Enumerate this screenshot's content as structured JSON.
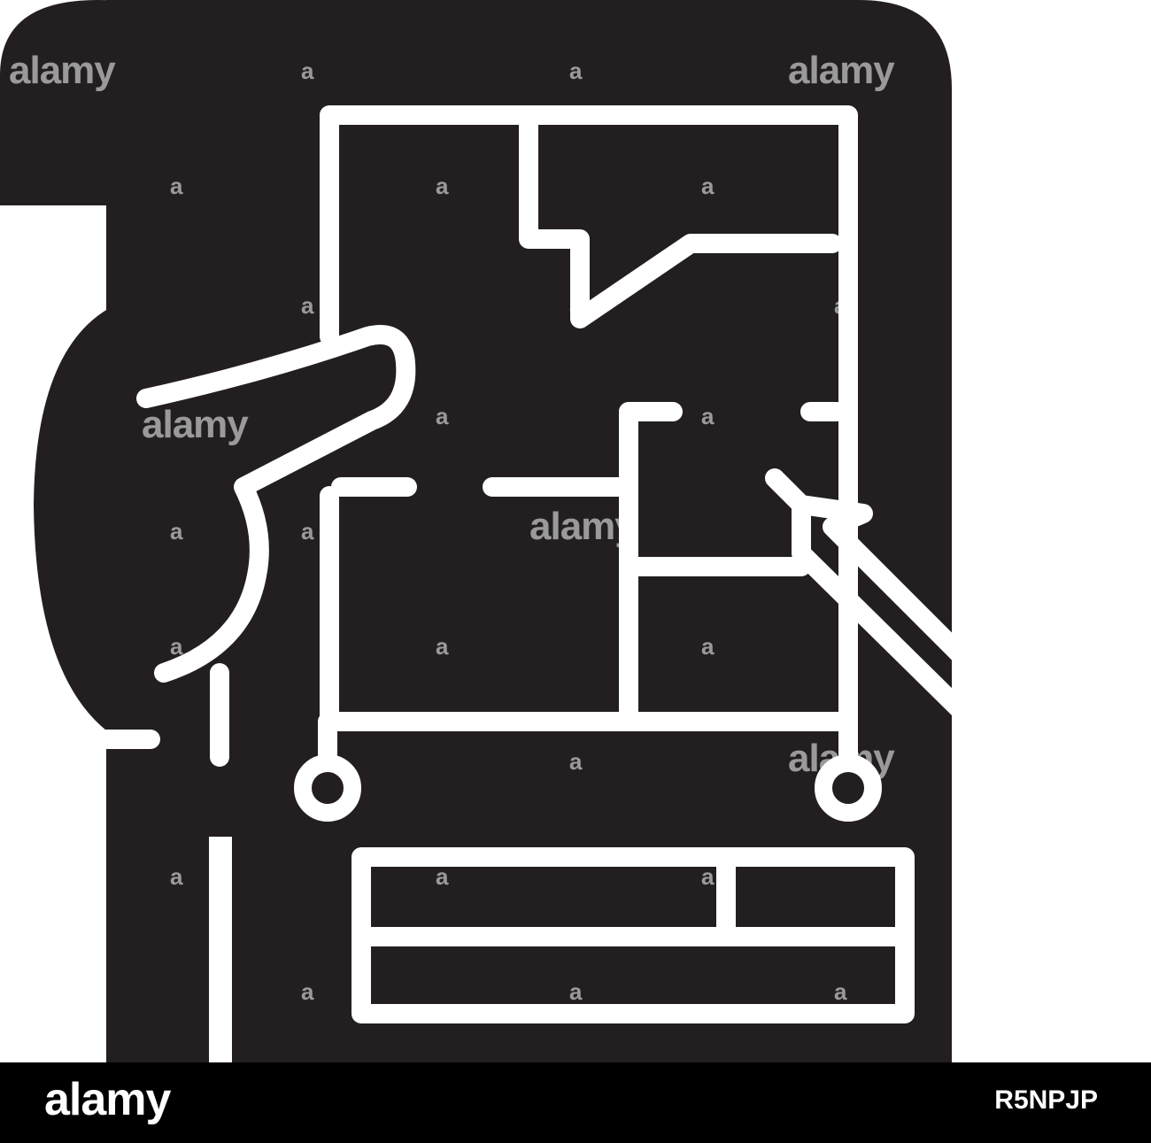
{
  "colors": {
    "ink": "#231f20",
    "paper": "#ffffff",
    "footer": "#000000"
  },
  "icon": {
    "name": "floor-plan-blueprint-icon"
  },
  "watermark": {
    "brand": "alamy",
    "mark": "a"
  },
  "footer": {
    "logo": "alamy",
    "image_id": "R5NPJP"
  }
}
